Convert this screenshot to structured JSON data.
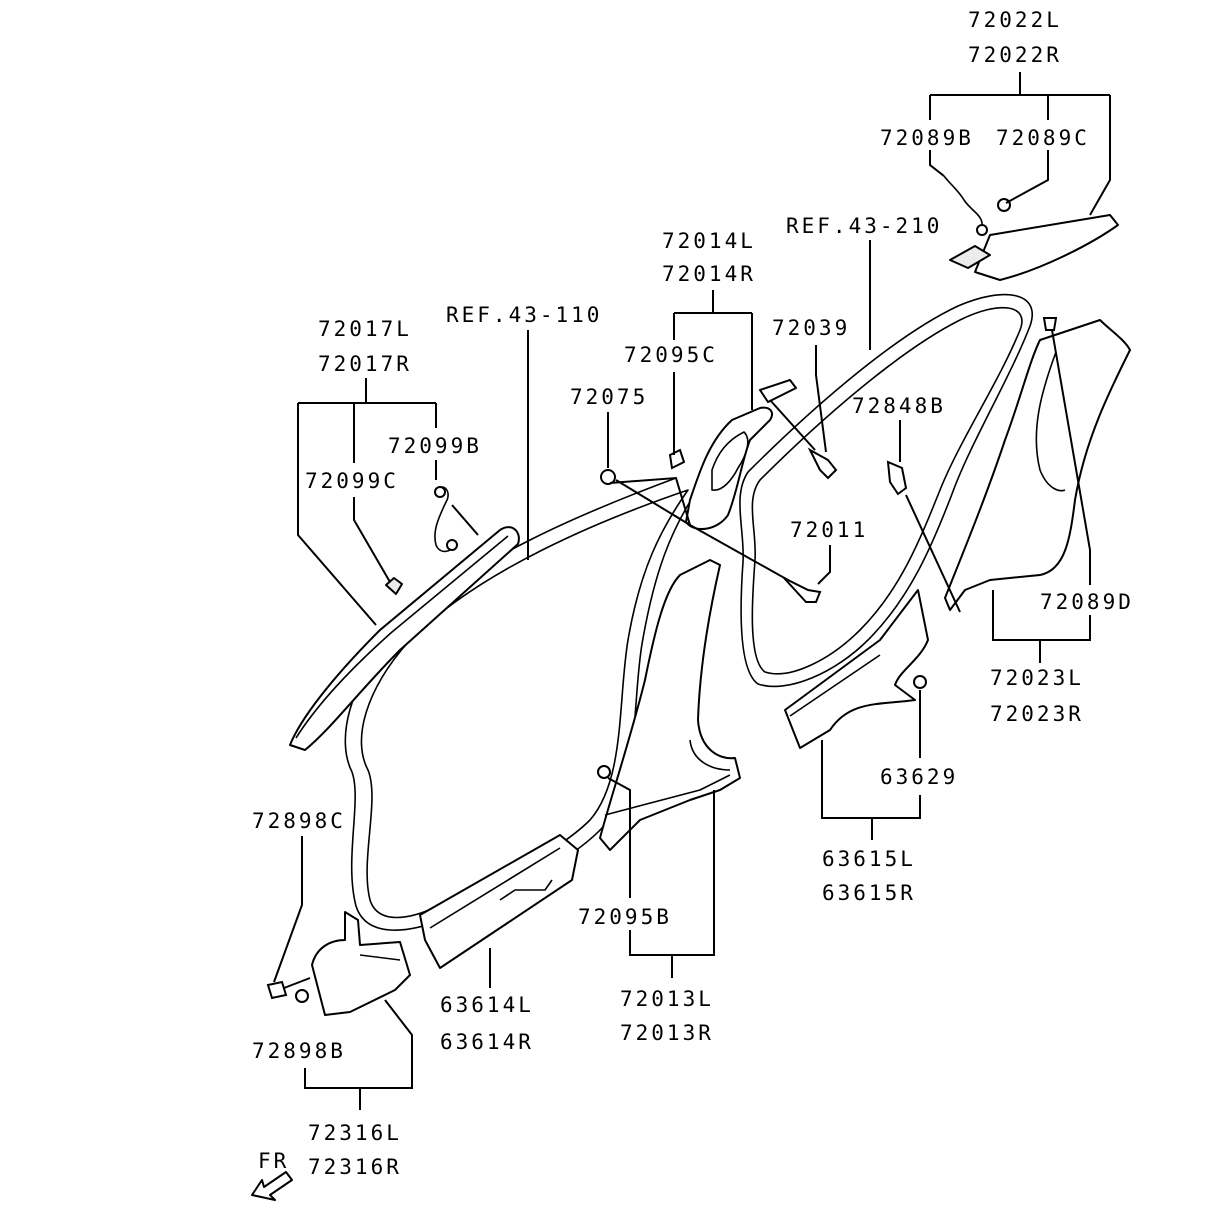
{
  "labels": {
    "p72022L": "72022L",
    "p72022R": "72022R",
    "p72089B": "72089B",
    "p72089C": "72089C",
    "ref43_210": "REF.43-210",
    "p72014L": "72014L",
    "p72014R": "72014R",
    "p72039": "72039",
    "ref43_110": "REF.43-110",
    "p72017L": "72017L",
    "p72017R": "72017R",
    "p72095C": "72095C",
    "p72075": "72075",
    "p72848B": "72848B",
    "p72099B": "72099B",
    "p72099C": "72099C",
    "p72011": "72011",
    "p72089D": "72089D",
    "p72023L": "72023L",
    "p72023R": "72023R",
    "p63629": "63629",
    "p72898C": "72898C",
    "p63615L": "63615L",
    "p63615R": "63615R",
    "p72095B": "72095B",
    "p63614L": "63614L",
    "p63614R": "63614R",
    "p72013L": "72013L",
    "p72013R": "72013R",
    "p72898B": "72898B",
    "p72316L": "72316L",
    "p72316R": "72316R",
    "fr": "FR"
  },
  "icons": {
    "direction": "front-arrow-icon"
  }
}
